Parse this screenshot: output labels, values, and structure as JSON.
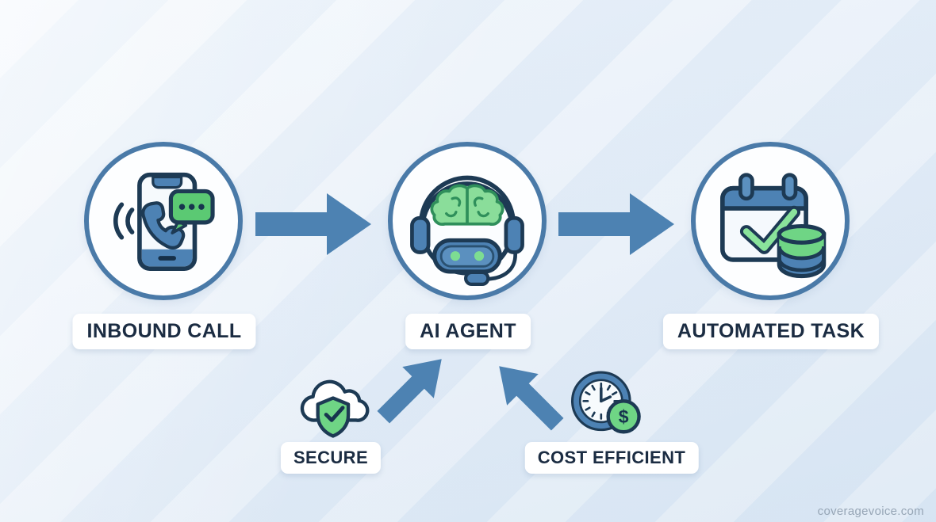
{
  "diagram": {
    "flow_nodes": [
      {
        "label": "INBOUND CALL",
        "icon": "phone-call-icon"
      },
      {
        "label": "AI AGENT",
        "icon": "ai-robot-icon"
      },
      {
        "label": "AUTOMATED TASK",
        "icon": "calendar-check-database-icon"
      }
    ],
    "flow_arrows": [
      {
        "name": "arrow-inbound-to-agent",
        "direction": "right"
      },
      {
        "name": "arrow-agent-to-task",
        "direction": "right"
      }
    ],
    "feature_nodes": [
      {
        "label": "SECURE",
        "icon": "cloud-shield-check-icon",
        "target": "AI AGENT"
      },
      {
        "label": "COST EFFICIENT",
        "icon": "clock-dollar-icon",
        "target": "AI AGENT",
        "dollar_symbol": "$"
      }
    ],
    "watermark": "coveragevoice.com",
    "colors": {
      "background": "#e6eff8",
      "circle_border": "#4a7aa8",
      "arrow": "#4d82b2",
      "label_text": "#1b2c42",
      "label_background": "#ffffff",
      "icon_blue": "#4d82b4",
      "icon_green": "#5fce77",
      "icon_green_light": "#8add9a",
      "icon_outline": "#1d3a54",
      "watermark_color": "#97a6b6"
    }
  }
}
